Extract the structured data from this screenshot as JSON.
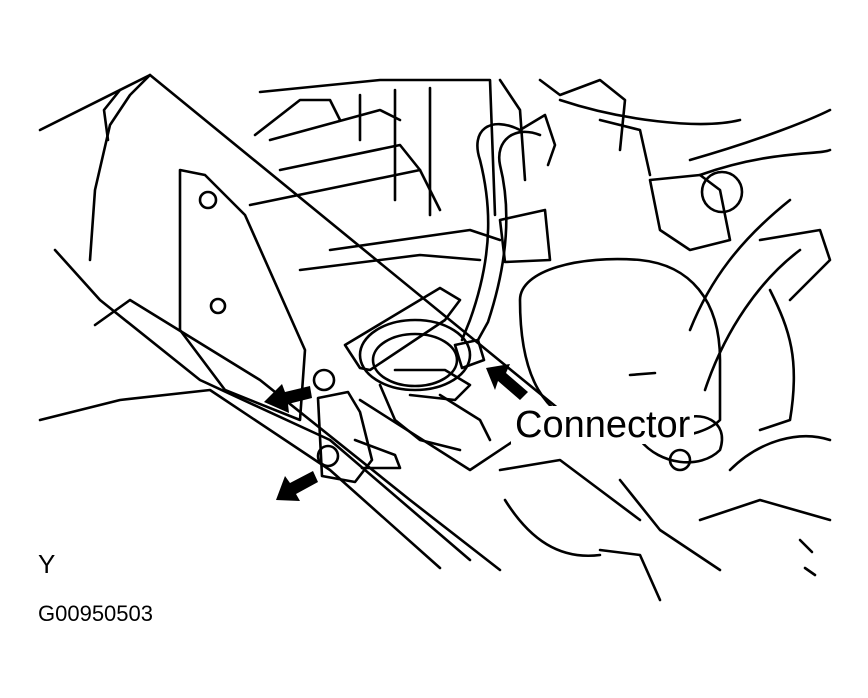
{
  "diagram": {
    "callout_label": "Connector",
    "view_letter": "Y",
    "figure_id": "G00950503",
    "colors": {
      "ink": "#000000",
      "paper": "#ffffff"
    }
  }
}
